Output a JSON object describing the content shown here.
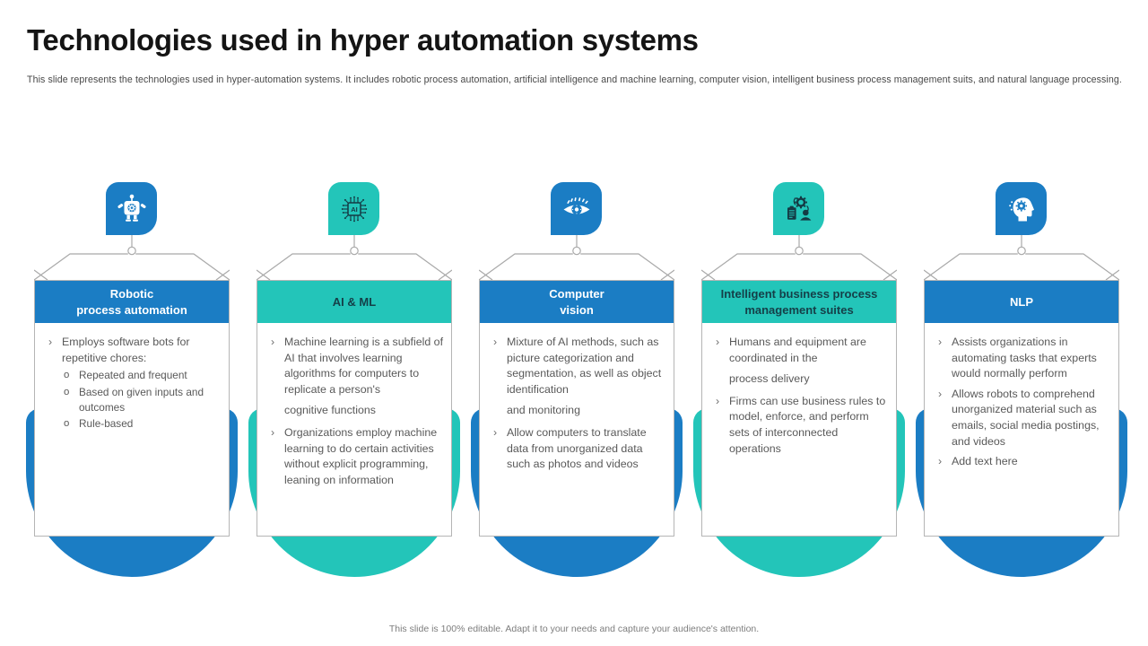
{
  "slide": {
    "title": "Technologies used in hyper automation systems",
    "subtitle": "This slide represents the technologies used in hyper-automation systems. It includes robotic process automation, artificial intelligence and machine learning, computer vision, intelligent business process management suits, and natural language processing.",
    "footer": "This slide is 100% editable. Adapt it to your needs and capture your audience's attention."
  },
  "colors": {
    "blue": "#1b7dc4",
    "teal": "#23c5b9",
    "header_text_on_blue": "#ffffff",
    "header_text_on_teal": "#153f48",
    "body_text": "#595959",
    "card_border": "#b5b5b5",
    "connector_line": "#a9a9a9",
    "title_text": "#141414",
    "subtitle_text": "#474747",
    "footer_text": "#7d7d7d"
  },
  "markers": {
    "bullet": "›",
    "sub_bullet": "o"
  },
  "columns": [
    {
      "icon": "robot-icon",
      "theme": "blue",
      "title_line1": "Robotic",
      "title_line2": "process automation",
      "bullets": [
        {
          "text": "Employs software bots for repetitive chores:",
          "subs": [
            "Repeated and frequent",
            "Based on given inputs and outcomes",
            "Rule-based"
          ]
        }
      ]
    },
    {
      "icon": "ai-chip-icon",
      "theme": "teal",
      "title_line1": "AI & ML",
      "title_line2": "",
      "bullets": [
        {
          "text": "Machine learning is a subfield of AI that involves  learning algorithms for computers to replicate a person's",
          "extra": "cognitive functions"
        },
        {
          "text": "Organizations employ machine learning to do certain activities without explicit programming,  leaning on information"
        }
      ]
    },
    {
      "icon": "eye-icon",
      "theme": "blue",
      "title_line1": "Computer",
      "title_line2": "vision",
      "bullets": [
        {
          "text": "Mixture of AI methods, such as picture categorization and segmentation, as well as object identification",
          "extra": "and monitoring"
        },
        {
          "text": "Allow computers to translate data from unorganized data such as photos and videos"
        }
      ]
    },
    {
      "icon": "gears-person-icon",
      "theme": "teal",
      "title_line1": "Intelligent business process",
      "title_line2": "management suites",
      "bullets": [
        {
          "text": "Humans and equipment are coordinated in the",
          "extra": "process delivery"
        },
        {
          "text": "Firms can use business rules to model, enforce, and perform sets of interconnected operations"
        }
      ]
    },
    {
      "icon": "head-gear-icon",
      "theme": "blue",
      "title_line1": "NLP",
      "title_line2": "",
      "bullets": [
        {
          "text": "Assists organizations in automating tasks that experts would normally perform"
        },
        {
          "text": "Allows robots to comprehend unorganized material such as emails, social media postings, and videos"
        },
        {
          "text": "Add text here"
        }
      ]
    }
  ]
}
